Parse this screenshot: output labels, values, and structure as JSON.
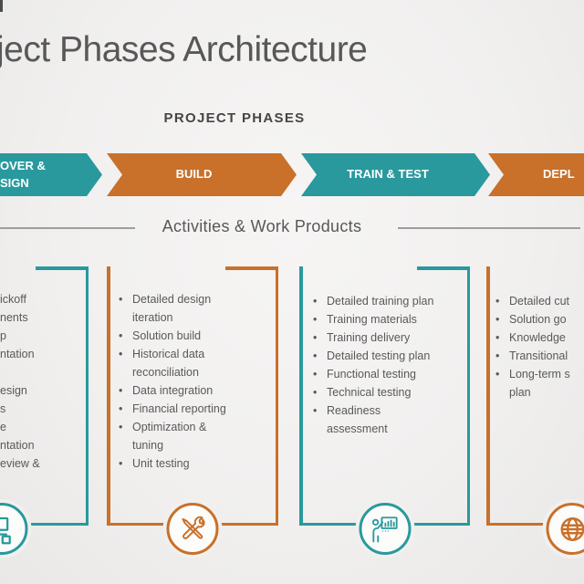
{
  "slide": {
    "title": "ject Phases Architecture",
    "section_heading": "PROJECT PHASES",
    "divider_label": "Activities & Work Products"
  },
  "colors": {
    "teal": "#29999e",
    "orange": "#c9702a",
    "text": "#595959",
    "heading": "#454545",
    "background": "#f1f0ef",
    "phase_label": "#ffffff"
  },
  "phases": [
    {
      "label_lines": [
        "OVER &",
        "SIGN"
      ],
      "color": "teal"
    },
    {
      "label_lines": [
        "BUILD"
      ],
      "color": "orange"
    },
    {
      "label_lines": [
        "TRAIN & TEST"
      ],
      "color": "teal"
    },
    {
      "label_lines": [
        "DEPL"
      ],
      "color": "orange"
    }
  ],
  "columns": [
    {
      "color": "teal",
      "icon": "sitemap-icon",
      "lines": [
        {
          "t": "ickoff",
          "b": false
        },
        {
          "t": "nents",
          "b": false
        },
        {
          "t": "p",
          "b": false
        },
        {
          "t": "ntation",
          "b": false
        },
        {
          "t": "",
          "b": false
        },
        {
          "t": "esign",
          "b": false
        },
        {
          "t": "s",
          "b": false
        },
        {
          "t": "e",
          "b": false
        },
        {
          "t": "ntation",
          "b": false
        },
        {
          "t": "eview &",
          "b": false
        }
      ]
    },
    {
      "color": "orange",
      "icon": "tools-icon",
      "lines": [
        {
          "t": "Detailed design",
          "b": true
        },
        {
          "t": "iteration",
          "b": false
        },
        {
          "t": "Solution build",
          "b": true
        },
        {
          "t": "Historical data",
          "b": true
        },
        {
          "t": "reconciliation",
          "b": false
        },
        {
          "t": "Data integration",
          "b": true
        },
        {
          "t": "Financial reporting",
          "b": true
        },
        {
          "t": "Optimization &",
          "b": true
        },
        {
          "t": "tuning",
          "b": false
        },
        {
          "t": "Unit testing",
          "b": true
        }
      ]
    },
    {
      "color": "teal",
      "icon": "training-icon",
      "lines": [
        {
          "t": "Detailed training plan",
          "b": true
        },
        {
          "t": "Training materials",
          "b": true
        },
        {
          "t": "Training delivery",
          "b": true
        },
        {
          "t": "Detailed testing plan",
          "b": true
        },
        {
          "t": "Functional testing",
          "b": true
        },
        {
          "t": "Technical testing",
          "b": true
        },
        {
          "t": "Readiness",
          "b": true
        },
        {
          "t": "assessment",
          "b": false
        }
      ]
    },
    {
      "color": "orange",
      "icon": "globe-icon",
      "lines": [
        {
          "t": "Detailed cut",
          "b": true
        },
        {
          "t": "Solution go",
          "b": true
        },
        {
          "t": "Knowledge",
          "b": true
        },
        {
          "t": "Transitional",
          "b": true
        },
        {
          "t": "Long-term s",
          "b": true
        },
        {
          "t": "plan",
          "b": false
        }
      ]
    }
  ]
}
